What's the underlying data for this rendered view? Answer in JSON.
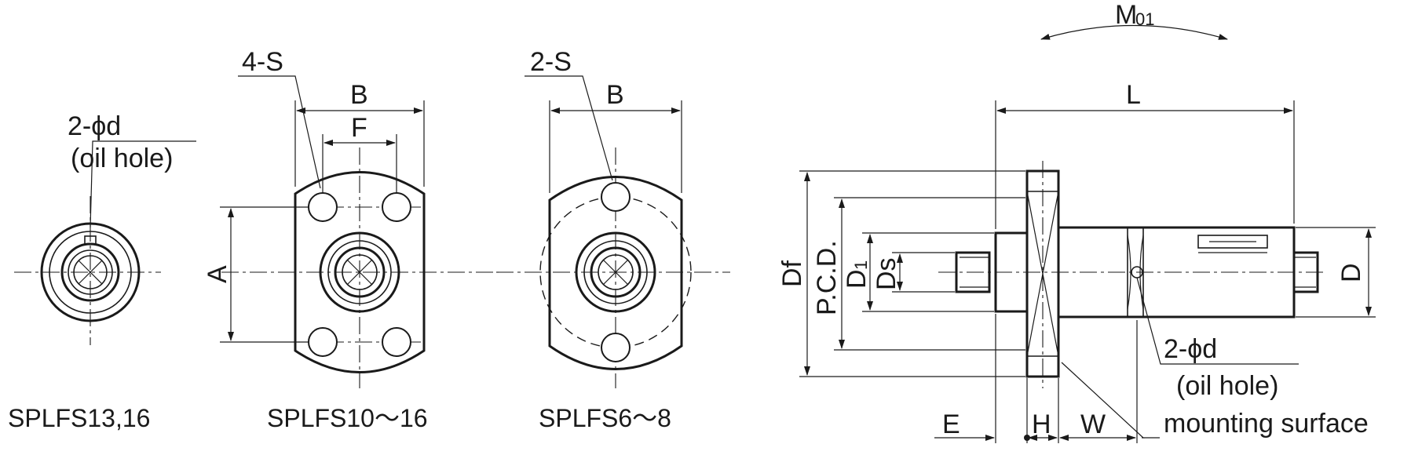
{
  "views": {
    "splfs13_16": {
      "caption": "SPLFS13,16",
      "hole_label": "2-ϕd",
      "hole_note": "(oil hole)"
    },
    "splfs10_16": {
      "caption": "SPLFS10～16",
      "screw_label": "4-S",
      "dim_b": "B",
      "dim_f": "F",
      "dim_a": "A"
    },
    "splfs6_8": {
      "caption": "SPLFS6～8",
      "screw_label": "2-S",
      "dim_b": "B"
    },
    "side": {
      "moment": "M",
      "moment_sub": "01",
      "dim_l": "L",
      "dim_df": "Df",
      "dim_pcd": "P.C.D.",
      "dim_d1": "D",
      "dim_d1_sub": "1",
      "dim_ds": "Ds",
      "dim_d": "D",
      "dim_e": "E",
      "dim_h": "H",
      "dim_w": "W",
      "hole_label": "2-ϕd",
      "hole_note": "(oil hole)",
      "mounting": "mounting surface"
    }
  }
}
